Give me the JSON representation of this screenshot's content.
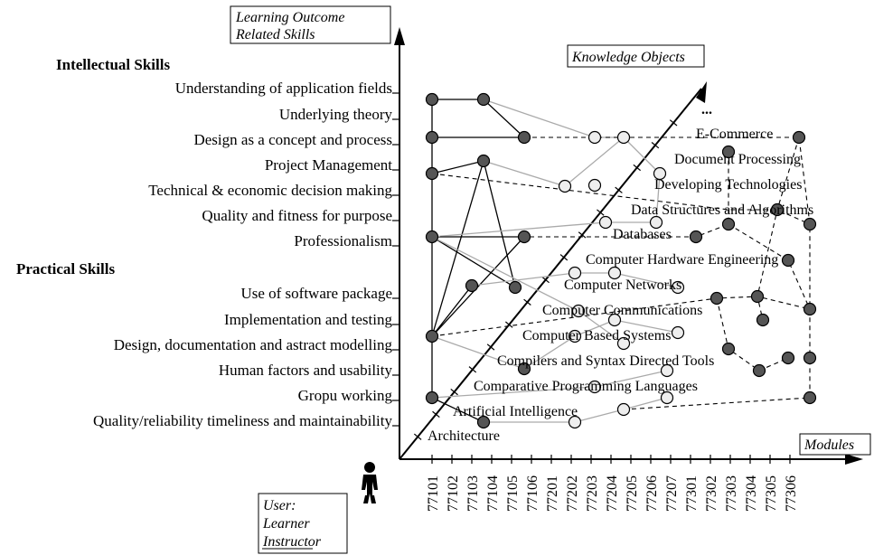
{
  "axes": {
    "y_title": [
      "Learning Outcome",
      "Related Skills"
    ],
    "z_title": "Knowledge Objects",
    "x_title": "Modules"
  },
  "user_box": {
    "lines": [
      "User:",
      "Learner",
      "Instructor"
    ],
    "icon": "person-icon"
  },
  "intellectual": {
    "heading": "Intellectual Skills",
    "items": [
      "Understanding of application fields",
      "Underlying theory",
      "Design as a concept and process",
      "Project Management",
      "Technical & economic decision making",
      "Quality and fitness for purpose",
      "Professionalism"
    ]
  },
  "practical": {
    "heading": "Practical Skills",
    "items": [
      "Use of software package",
      "Implementation and testing",
      "Design, documentation and astract modelling",
      "Human factors and usability",
      "Gropu working",
      "Quality/reliability timeliness and maintainability"
    ]
  },
  "knowledge_objects": [
    "Architecture",
    "Artificial Intelligence",
    "Comparative Programming Languages",
    "Compilers and Syntax Directed Tools",
    "Computer Based Systems",
    "Computer Communications",
    "Computer Networks",
    "Computer Hardware Engineering",
    "Databases",
    "Data Structures and Algorithms",
    "Developing Technologies",
    "Document Processing",
    "E-Commerce",
    "..."
  ],
  "modules": [
    "77101",
    "77102",
    "77103",
    "77104",
    "77105",
    "77106",
    "77201",
    "77202",
    "77203",
    "77204",
    "77205",
    "77206",
    "77207",
    "77301",
    "77302",
    "77303",
    "77304",
    "77305",
    "77306"
  ],
  "colors": {
    "dark_node": "#555555",
    "light_node": "#eeeeee",
    "light_line": "#aaaaaa",
    "line": "#000000"
  }
}
